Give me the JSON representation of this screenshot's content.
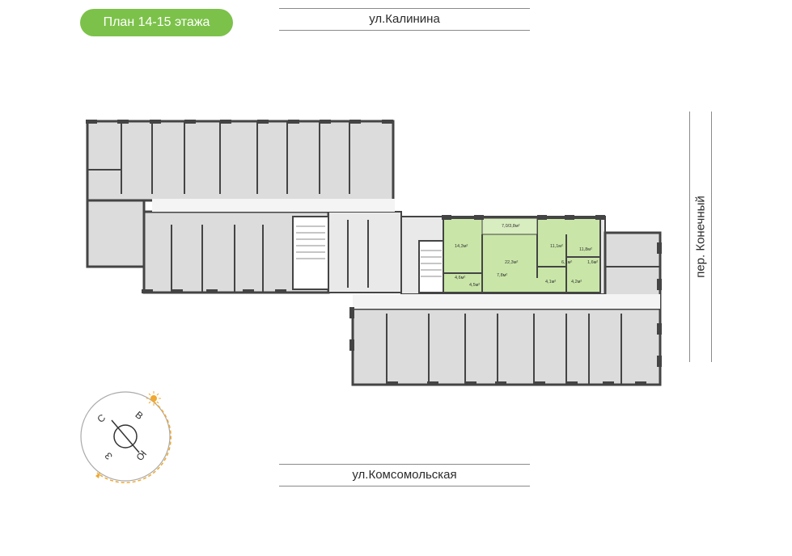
{
  "plan": {
    "title": "План 14-15 этажа"
  },
  "streets": {
    "north": "ул.Калинина",
    "south": "ул.Комсомольская",
    "east": "пер. Конечный"
  },
  "compass": {
    "north": "С",
    "east": "В",
    "south": "Ю",
    "west": "З",
    "sun_icon": "sun-icon"
  },
  "apartment": {
    "highlight_color": "#c9e6a8",
    "areas": {
      "balcony": "7,0/3,8м²",
      "room_left": "14,3м²",
      "living": "22,3м²",
      "room_mid": "11,1м²",
      "room_right": "11,8м²",
      "bath_left": "4,6м²",
      "hall_left": "4,5м²",
      "corridor": "7,8м²",
      "wc": "1,6м²",
      "small_hall": "6,1м²",
      "bath_mid": "4,1м²",
      "bath_right": "4,2м²"
    }
  },
  "colors": {
    "accent": "#7cc24a",
    "room": "#dcdcdc",
    "wall": "#444444",
    "sun": "#f0a830"
  }
}
